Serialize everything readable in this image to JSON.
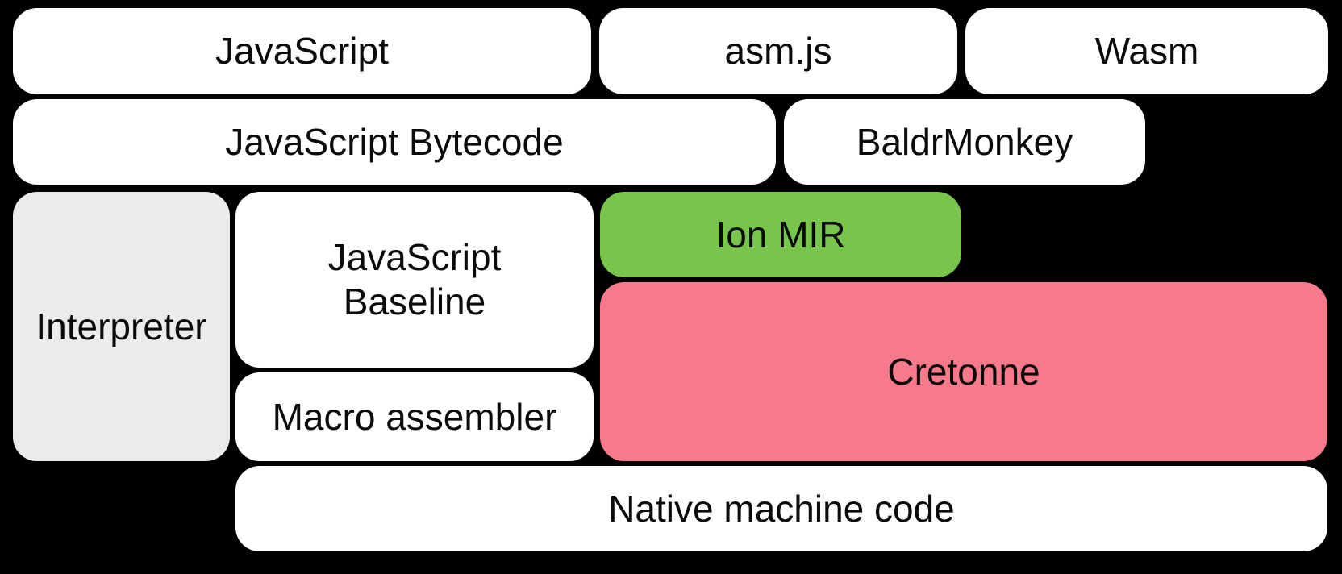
{
  "diagram": {
    "background_color": "#000000",
    "text_color": "#0b0b0b",
    "colors": {
      "node_default": "#ffffff",
      "interpreter_gray": "#ebebeb",
      "ion_mir_green": "#77c64b",
      "cretonne_pink": "#f67a8b"
    },
    "nodes": {
      "javascript": {
        "label": "JavaScript"
      },
      "asmjs": {
        "label": "asm.js"
      },
      "wasm": {
        "label": "Wasm"
      },
      "bytecode": {
        "label": "JavaScript Bytecode"
      },
      "baldrmonkey": {
        "label": "BaldrMonkey"
      },
      "interpreter": {
        "label": "Interpreter"
      },
      "baseline": {
        "label": "JavaScript Baseline"
      },
      "ion_mir": {
        "label": "Ion MIR"
      },
      "cretonne": {
        "label": "Cretonne"
      },
      "macro_assembler": {
        "label": "Macro assembler"
      },
      "native_machine_code": {
        "label": "Native machine code"
      }
    }
  }
}
